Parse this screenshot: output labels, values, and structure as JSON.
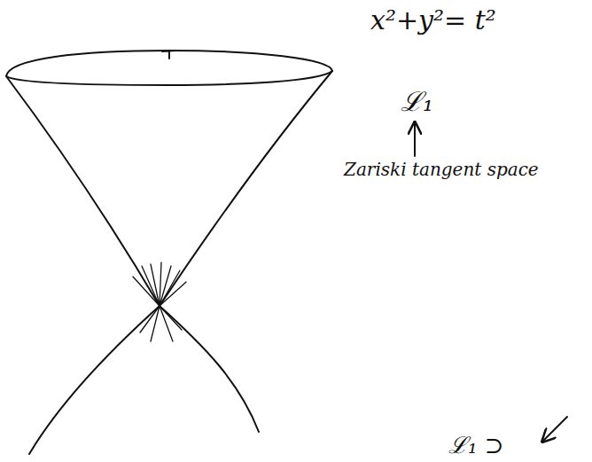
{
  "diagram": {
    "labels": [
      "x²+y²= t²",
      "ℒ₁",
      "Zariski tangent space",
      "ℒ₁ ⊃"
    ]
  }
}
